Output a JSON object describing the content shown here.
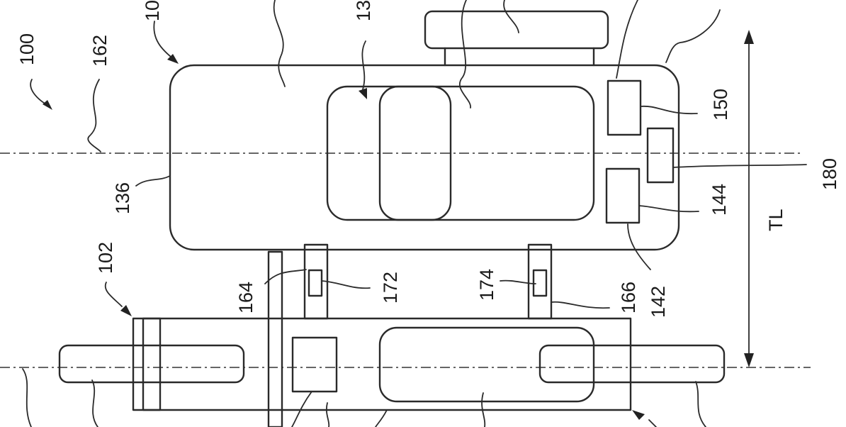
{
  "labels": {
    "l100": "100",
    "l162": "162",
    "l136": "136",
    "l102": "102",
    "l164": "164",
    "l172": "172",
    "l174": "174",
    "l166": "166",
    "l142": "142",
    "l144": "144",
    "l150": "150",
    "l180": "180",
    "ltl": "TL",
    "l10_partial": "10",
    "l13_partial": "13"
  }
}
